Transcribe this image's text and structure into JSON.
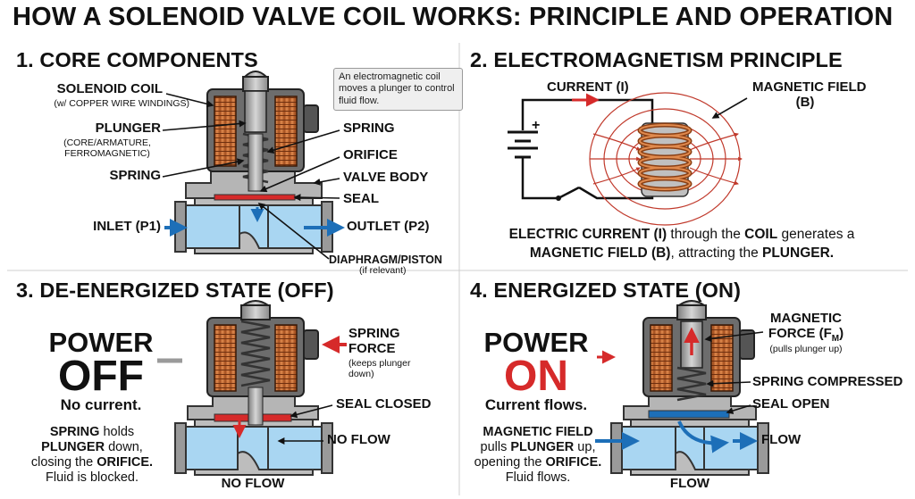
{
  "title": "HOW A SOLENOID VALVE COIL WORKS: PRINCIPLE AND OPERATION",
  "colors": {
    "copper": "#c8662e",
    "fluid": "#a9d6f2",
    "arrow_blue": "#1d6fb8",
    "arrow_red": "#d62a2a",
    "metal": "#9a9a9a"
  },
  "panel1": {
    "heading": "1. CORE COMPONENTS",
    "note": "An electromagnetic coil moves a plunger to control fluid flow.",
    "labels": {
      "coil": "SOLENOID COIL",
      "coil_sub": "(w/ COPPER WIRE WINDINGS)",
      "plunger": "PLUNGER",
      "plunger_sub": "(CORE/ARMATURE, FERROMAGNETIC)",
      "spring_left": "SPRING",
      "spring_right": "SPRING",
      "orifice": "ORIFICE",
      "valve_body": "VALVE BODY",
      "seal": "SEAL",
      "inlet": "INLET (P1)",
      "outlet": "OUTLET (P2)",
      "diaphragm": "DIAPHRAGM/PISTON",
      "diaphragm_sub": "(if relevant)"
    }
  },
  "panel2": {
    "heading": "2. ELECTROMAGNETISM PRINCIPLE",
    "current": "CURRENT (I)",
    "field": "MAGNETIC FIELD",
    "field_sym": "(B)",
    "battery_plus": "+",
    "explanation": {
      "p1": "ELECTRIC CURRENT (I)",
      "p2": " through the ",
      "p3": "COIL",
      "p4": " generates a",
      "p5": "MAGNETIC FIELD (B)",
      "p6": ", attracting the ",
      "p7": "PLUNGER."
    }
  },
  "panel3": {
    "heading": "3. DE-ENERGIZED STATE (OFF)",
    "power": "POWER",
    "state": "OFF",
    "status": "No current.",
    "desc": {
      "s1": "SPRING",
      "s2": " holds",
      "s3": "PLUNGER",
      "s4": " down,",
      "s5": "closing the ",
      "s6": "ORIFICE.",
      "s7": "Fluid is blocked."
    },
    "spring_force": "SPRING",
    "spring_force2": "FORCE",
    "spring_force_sub": "(keeps plunger down)",
    "seal": "SEAL CLOSED",
    "flow": "NO FLOW",
    "bottom": "NO FLOW"
  },
  "panel4": {
    "heading": "4. ENERGIZED STATE (ON)",
    "power": "POWER",
    "state": "ON",
    "status": "Current flows.",
    "desc": {
      "s1": "MAGNETIC FIELD",
      "s2": "pulls ",
      "s3": "PLUNGER",
      "s4": " up,",
      "s5": "opening the ",
      "s6": "ORIFICE.",
      "s7": "Fluid flows."
    },
    "force": "MAGNETIC",
    "force2": "FORCE (F",
    "force_sub_m": "M",
    "force_close": ")",
    "force_sub": "(pulls plunger up)",
    "spring": "SPRING COMPRESSED",
    "seal": "SEAL OPEN",
    "flow": "FLOW",
    "bottom": "FLOW"
  }
}
